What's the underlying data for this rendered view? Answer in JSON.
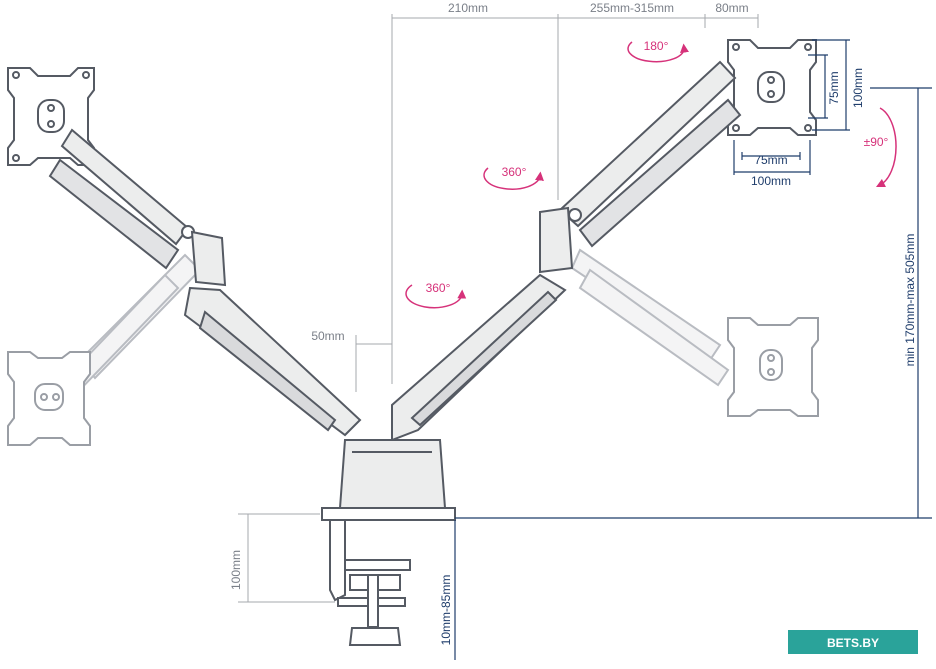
{
  "dimensions": {
    "top_reach": "210mm",
    "top_arm_length": "255mm-315mm",
    "top_offset": "80mm",
    "pole_offset": "50mm",
    "height_range": "min 170mm-max 505mm",
    "clamp_height": "100mm",
    "desk_thickness": "10mm-85mm",
    "vesa_inner_h": "75mm",
    "vesa_outer_h": "100mm",
    "vesa_inner_w": "75mm",
    "vesa_outer_w": "100mm"
  },
  "rotations": {
    "screen_rotate": "180°",
    "arm_upper": "360°",
    "arm_lower": "360°",
    "tilt": "±90°"
  },
  "watermark": "BETS.BY",
  "colors": {
    "line": "#555a63",
    "dimension": "#1f3d6b",
    "rotation": "#d6327a",
    "ghost": "#b9bcc2",
    "watermark_bg": "#2aa39a"
  }
}
